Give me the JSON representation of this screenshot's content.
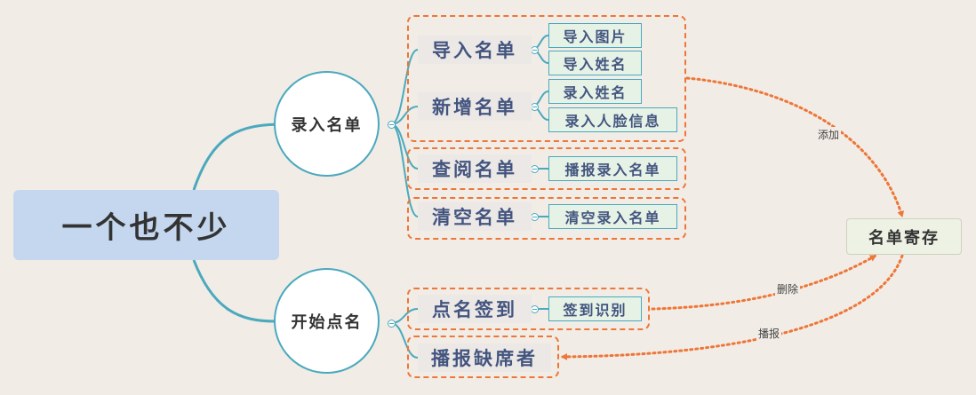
{
  "root": {
    "title": "一个也不少"
  },
  "branches": [
    {
      "label": "录入名单",
      "children": [
        {
          "label": "导入名单",
          "leaves": [
            "导入图片",
            "导入姓名"
          ]
        },
        {
          "label": "新增名单",
          "leaves": [
            "录入姓名",
            "录入人脸信息"
          ]
        },
        {
          "label": "查阅名单",
          "leaves": [
            "播报录入名单"
          ]
        },
        {
          "label": "清空名单",
          "leaves": [
            "清空录入名单"
          ]
        }
      ]
    },
    {
      "label": "开始点名",
      "children": [
        {
          "label": "点名签到",
          "leaves": [
            "签到识别"
          ]
        },
        {
          "label": "播报缺席者",
          "leaves": []
        }
      ]
    }
  ],
  "store": {
    "label": "名单寄存"
  },
  "relations": [
    {
      "from": "录入名单 group",
      "to": "名单寄存",
      "label": "添加"
    },
    {
      "from": "点名签到",
      "to": "名单寄存",
      "label": "删除"
    },
    {
      "from": "名单寄存",
      "to": "播报缺席者",
      "label": "播报"
    }
  ],
  "colors": {
    "background": "#f1ece5",
    "connector": "#4aa9be",
    "group_border": "#ee7638",
    "root_fill": "#c4d7ee",
    "leaf_fill": "#e6f2e6",
    "l2_text": "#43557f"
  }
}
